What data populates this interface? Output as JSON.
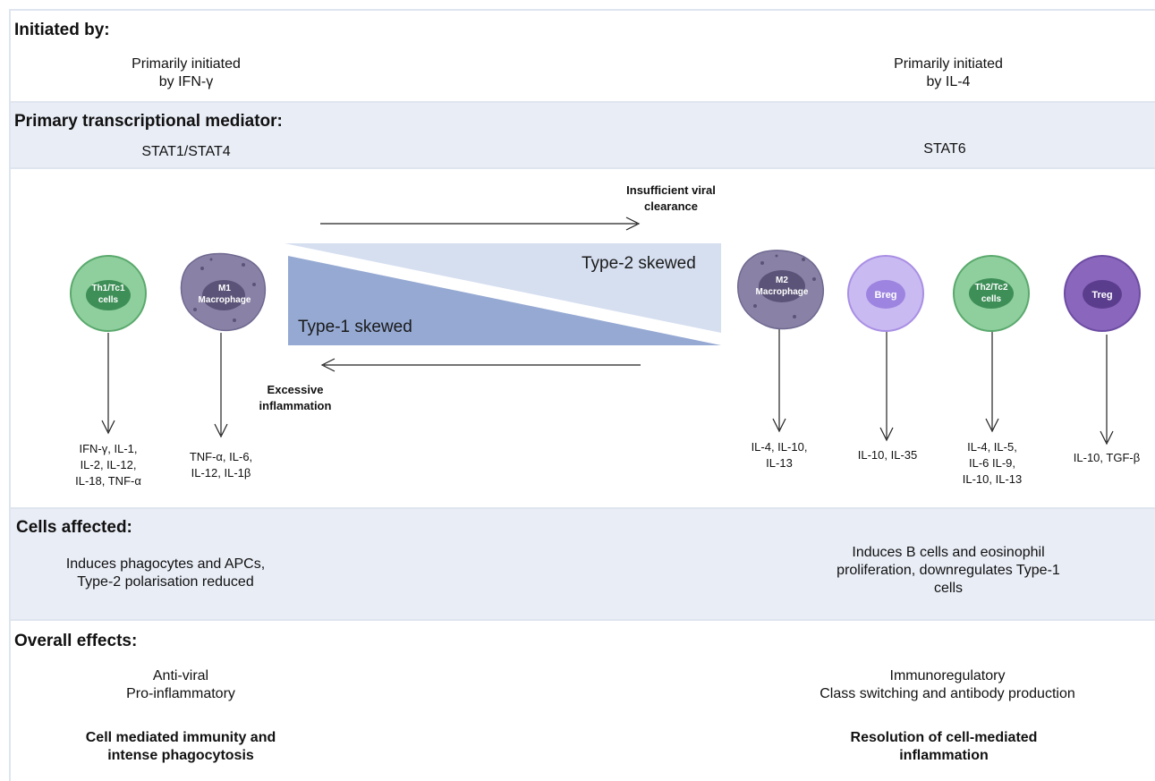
{
  "sections": {
    "initiated": {
      "heading": "Initiated by:",
      "left": [
        "Primarily initiated",
        "by IFN-γ"
      ],
      "right": [
        "Primarily initiated",
        "by IL-4"
      ]
    },
    "mediator": {
      "heading": "Primary transcriptional mediator:",
      "left": "STAT1/STAT4",
      "right": "STAT6"
    },
    "cells_affected": {
      "heading": "Cells affected:",
      "left": [
        "Induces phagocytes and APCs,",
        "Type-2 polarisation reduced"
      ],
      "right": [
        "Induces B cells and eosinophil",
        "proliferation, downregulates Type-1",
        "cells"
      ]
    },
    "overall": {
      "heading": "Overall effects:",
      "left": [
        "Anti-viral",
        "Pro-inflammatory"
      ],
      "left_bold": [
        "Cell mediated immunity and",
        "intense phagocytosis"
      ],
      "right": [
        "Immunoregulatory",
        "Class switching and antibody production"
      ],
      "right_bold": [
        "Resolution of cell-mediated",
        "inflammation"
      ]
    }
  },
  "arrows": {
    "top_label": [
      "Insufficient viral",
      "clearance"
    ],
    "bottom_label": [
      "Excessive",
      "inflammation"
    ]
  },
  "wedge": {
    "type2_label": "Type-2 skewed",
    "type1_label": "Type-1 skewed",
    "type2_color": "#d6dff0",
    "type1_color": "#95a9d3"
  },
  "cells": [
    {
      "id": "th1",
      "label": [
        "Th1/Tc1",
        "cells"
      ],
      "kind": "t-cell",
      "color": "#7fc48f",
      "cytokines": [
        "IFN-γ, IL-1,",
        "IL-2, IL-12,",
        "IL-18, TNF-α"
      ]
    },
    {
      "id": "m1",
      "label": [
        "M1",
        "Macrophage"
      ],
      "kind": "macrophage",
      "color": "#8a82a6",
      "cytokines": [
        "TNF-α, IL-6,",
        "IL-12, IL-1β"
      ]
    },
    {
      "id": "m2",
      "label": [
        "M2",
        "Macrophage"
      ],
      "kind": "macrophage",
      "color": "#8a82a6",
      "cytokines": [
        "IL-4, IL-10,",
        "IL-13"
      ]
    },
    {
      "id": "breg",
      "label": [
        "Breg"
      ],
      "kind": "b-cell",
      "color": "#c2b3f0",
      "cytokines": [
        "IL-10, IL-35"
      ]
    },
    {
      "id": "th2",
      "label": [
        "Th2/Tc2",
        "cells"
      ],
      "kind": "t-cell",
      "color": "#7fc48f",
      "cytokines": [
        "IL-4, IL-5,",
        "IL-6 IL-9,",
        "IL-10, IL-13"
      ]
    },
    {
      "id": "treg",
      "label": [
        "Treg"
      ],
      "kind": "treg",
      "color": "#8a66bd",
      "cytokines": [
        "IL-10, TGF-β"
      ]
    }
  ]
}
